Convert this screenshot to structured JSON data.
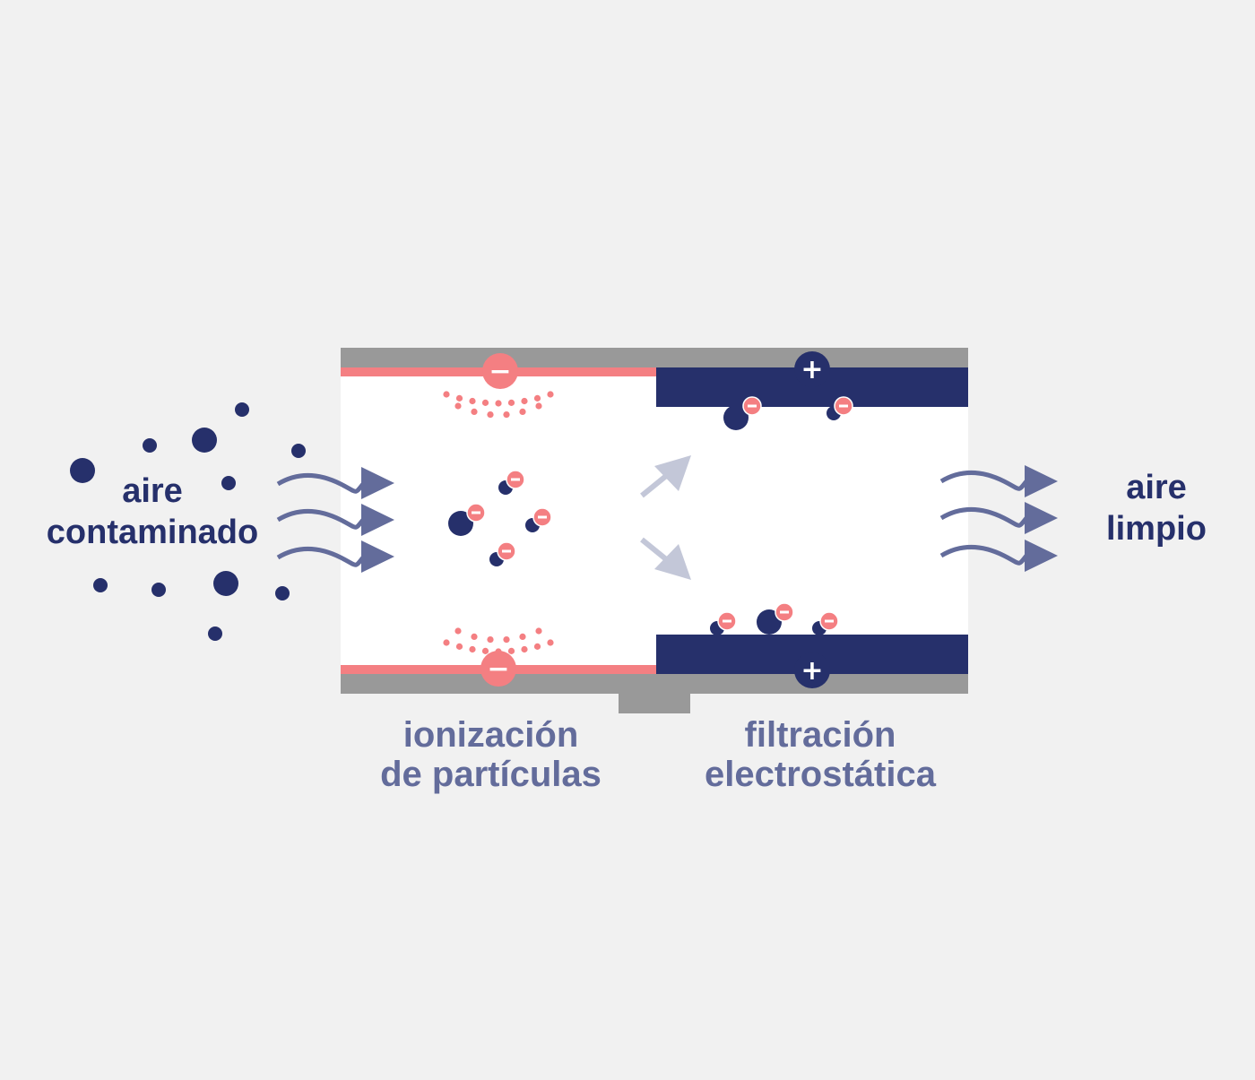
{
  "colors": {
    "background": "#f1f1f1",
    "navy": "#26306b",
    "coral": "#f47f82",
    "slate_text": "#636c9b",
    "gray_frame": "#999999",
    "light_arrow": "#c3c7d8",
    "white": "#ffffff"
  },
  "labels": {
    "input": {
      "line1": "aire",
      "line2": "contaminado"
    },
    "output": {
      "line1": "aire",
      "line2": "limpio"
    },
    "ionization": {
      "line1": "ionización",
      "line2": "de partículas"
    },
    "filtration": {
      "line1": "filtración",
      "line2": "electrostática"
    }
  },
  "symbols": {
    "negative": "−",
    "positive": "+"
  },
  "icons": {
    "flow": "wavy-arrow-icon",
    "deflect": "deflection-arrow-icon",
    "particle": "dust-particle-icon",
    "charge_negative": "minus-charge-icon",
    "charge_positive": "plus-charge-icon"
  }
}
